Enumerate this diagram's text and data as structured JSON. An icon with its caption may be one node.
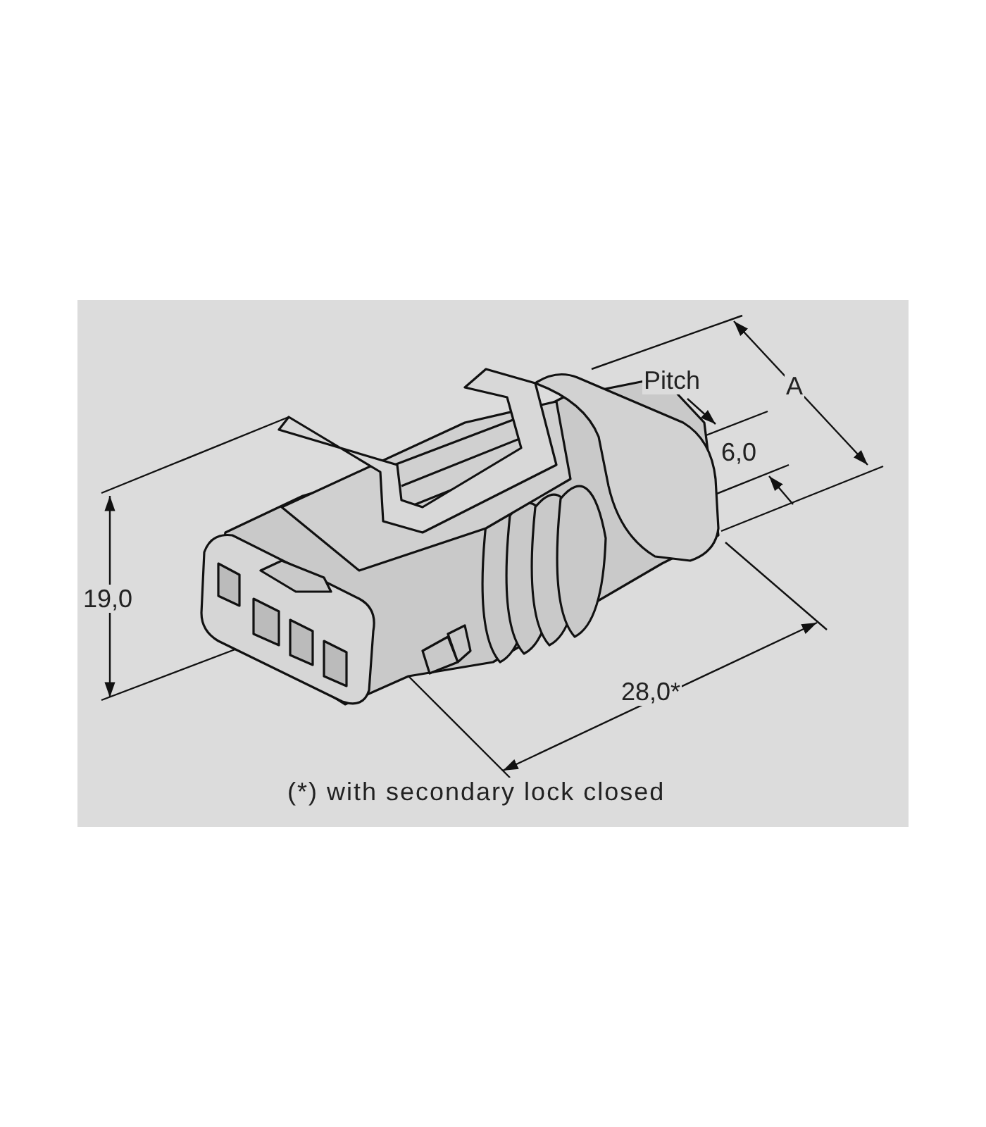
{
  "diagram": {
    "labels": [
      "Pitch",
      "A",
      "6,0",
      "19,0",
      "28,0*",
      "(*) with secondary lock closed"
    ]
  }
}
